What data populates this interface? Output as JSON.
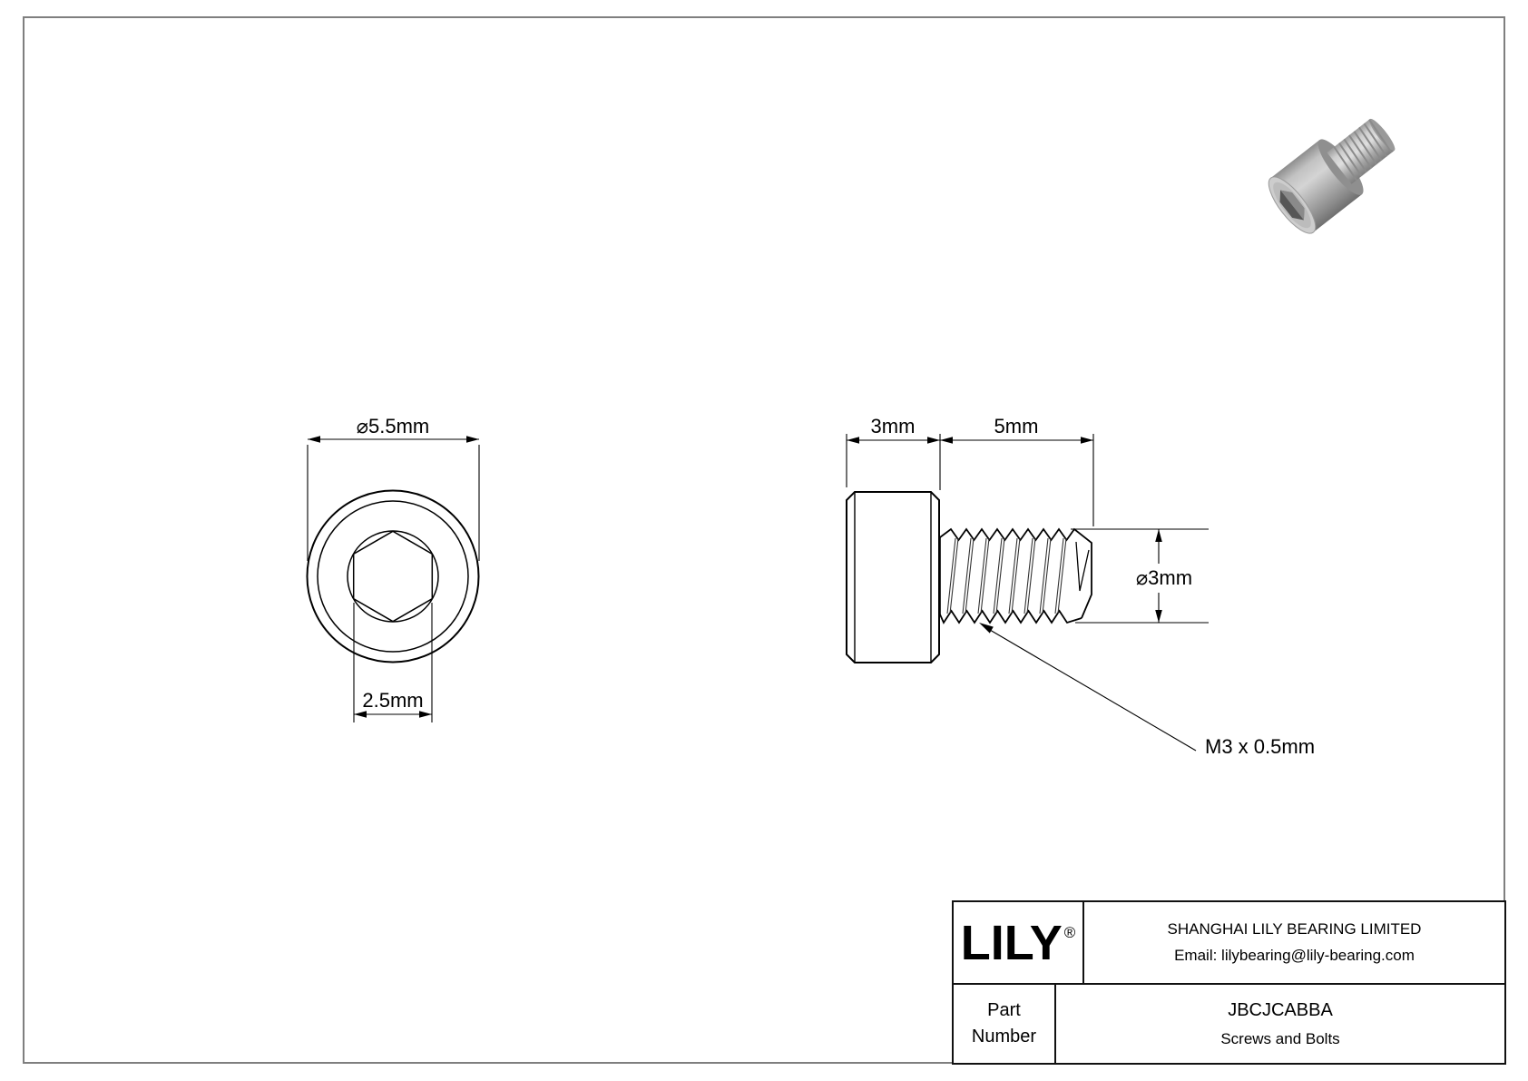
{
  "drawing": {
    "front_view": {
      "head_diameter_label": "⌀5.5mm",
      "socket_size_label": "2.5mm"
    },
    "side_view": {
      "head_length_label": "3mm",
      "thread_length_label": "5mm",
      "thread_diameter_label": "⌀3mm",
      "thread_spec_label": "M3 x 0.5mm"
    }
  },
  "title_block": {
    "logo_text": "LILY",
    "registered_mark": "®",
    "company_name": "SHANGHAI LILY BEARING LIMITED",
    "company_email": "Email: lilybearing@lily-bearing.com",
    "part_label_line1": "Part",
    "part_label_line2": "Number",
    "part_number": "JBCJCABBA",
    "part_category": "Screws and Bolts"
  },
  "colors": {
    "line": "#000000",
    "page_border": "#7f7f7f",
    "metal_light": "#d6d6d6",
    "metal_mid": "#a9a9a9",
    "metal_dark": "#6f6f6f"
  }
}
